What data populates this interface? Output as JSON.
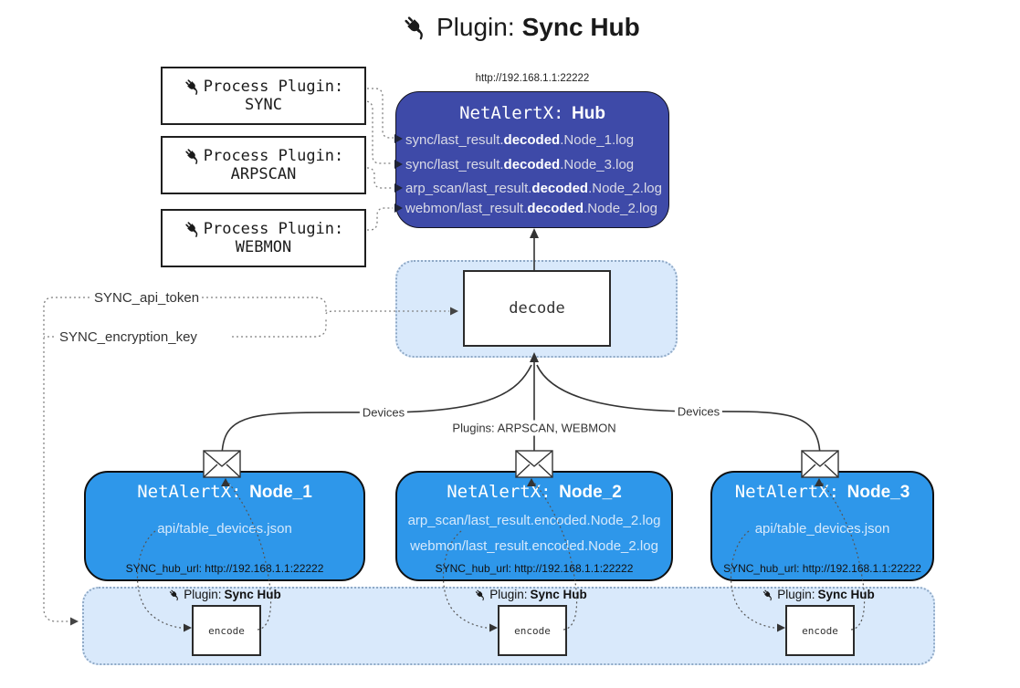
{
  "title": {
    "prefix": "Plugin:",
    "name": "Sync Hub"
  },
  "colors": {
    "hub_bg": "#3e4aa8",
    "node_bg": "#2e97ea",
    "container_bg": "#d9e9fb",
    "line": "#333333"
  },
  "process_plugins": [
    {
      "label": "Process Plugin:",
      "name": "SYNC"
    },
    {
      "label": "Process Plugin:",
      "name": "ARPSCAN"
    },
    {
      "label": "Process Plugin:",
      "name": "WEBMON"
    }
  ],
  "hub": {
    "address": "http://192.168.1.1:22222",
    "title_prefix": "NetAlertX:",
    "title_name": "Hub",
    "files": [
      {
        "pre": "sync/last_result.",
        "bold": "decoded",
        "post": ".Node_1.log"
      },
      {
        "pre": "sync/last_result.",
        "bold": "decoded",
        "post": ".Node_3.log"
      },
      {
        "pre": "arp_scan/last_result.",
        "bold": "decoded",
        "post": ".Node_2.log"
      },
      {
        "pre": "webmon/last_result.",
        "bold": "decoded",
        "post": ".Node_2.log"
      }
    ]
  },
  "decode": {
    "label": "decode"
  },
  "settings": {
    "api_token": "SYNC_api_token",
    "encryption_key": "SYNC_encryption_key"
  },
  "edges": {
    "devices_left": "Devices",
    "plugins_mid": "Plugins: ARPSCAN, WEBMON",
    "devices_right": "Devices"
  },
  "nodes": [
    {
      "title_prefix": "NetAlertX:",
      "title_name": "Node_1",
      "files": [
        "api/table_devices.json"
      ],
      "hub_url": "SYNC_hub_url: http://192.168.1.1:22222"
    },
    {
      "title_prefix": "NetAlertX:",
      "title_name": "Node_2",
      "files": [
        "arp_scan/last_result.encoded.Node_2.log",
        "webmon/last_result.encoded.Node_2.log"
      ],
      "hub_url": "SYNC_hub_url: http://192.168.1.1:22222"
    },
    {
      "title_prefix": "NetAlertX:",
      "title_name": "Node_3",
      "files": [
        "api/table_devices.json"
      ],
      "hub_url": "SYNC_hub_url: http://192.168.1.1:22222"
    }
  ],
  "encode_sections": [
    {
      "plugin_prefix": "Plugin:",
      "plugin_name": "Sync Hub",
      "box_label": "encode"
    },
    {
      "plugin_prefix": "Plugin:",
      "plugin_name": "Sync Hub",
      "box_label": "encode"
    },
    {
      "plugin_prefix": "Plugin:",
      "plugin_name": "Sync Hub",
      "box_label": "encode"
    }
  ]
}
